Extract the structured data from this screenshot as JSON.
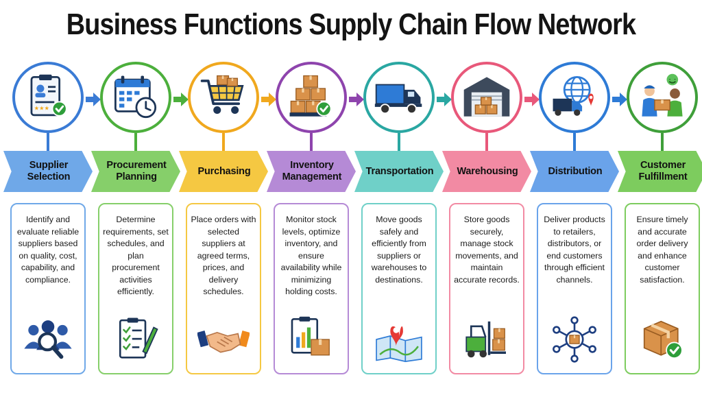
{
  "title": "Business Functions Supply Chain Flow Network",
  "steps": [
    {
      "label": "Supplier\nSelection",
      "description": "Identify and evaluate reliable suppliers based on quality, cost, capability, and compliance.",
      "color": "#3a7bd5",
      "banner_color": "#6fa8e8",
      "icon": "clipboard-resume-icon",
      "bottom_icon": "people-magnifier-icon"
    },
    {
      "label": "Procurement\nPlanning",
      "description": "Determine requirements, set schedules, and plan procurement activities efficiently.",
      "color": "#4caf3c",
      "banner_color": "#86cf6a",
      "icon": "calendar-clock-icon",
      "bottom_icon": "checklist-pen-icon"
    },
    {
      "label": "Purchasing",
      "description": "Place orders with selected suppliers at agreed terms, prices, and delivery schedules.",
      "color": "#f0a81e",
      "banner_color": "#f5c842",
      "icon": "shopping-cart-icon",
      "bottom_icon": "handshake-icon"
    },
    {
      "label": "Inventory\nManagement",
      "description": "Monitor stock levels, optimize inventory, and ensure availability while minimizing holding costs.",
      "color": "#8e44ad",
      "banner_color": "#b58ad6",
      "icon": "stacked-boxes-icon",
      "bottom_icon": "report-box-icon"
    },
    {
      "label": "Transportation",
      "description": "Move goods safely and efficiently from suppliers or warehouses to destinations.",
      "color": "#2aa7a2",
      "banner_color": "#6fd0c8",
      "icon": "truck-icon",
      "bottom_icon": "map-pin-icon"
    },
    {
      "label": "Warehousing",
      "description": "Store goods securely, manage stock movements, and maintain accurate records.",
      "color": "#e8587a",
      "banner_color": "#f28aa3",
      "icon": "warehouse-icon",
      "bottom_icon": "forklift-icon"
    },
    {
      "label": "Distribution",
      "description": "Deliver products to retailers, distributors, or end customers through efficient channels.",
      "color": "#2e7bd6",
      "banner_color": "#6aa3ea",
      "icon": "globe-truck-icon",
      "bottom_icon": "network-hub-icon"
    },
    {
      "label": "Customer\nFulfillment",
      "description": "Ensure timely and accurate order delivery and enhance customer satisfaction.",
      "color": "#3f9f3a",
      "banner_color": "#7dcc5e",
      "icon": "delivery-handoff-icon",
      "bottom_icon": "box-check-icon"
    }
  ]
}
